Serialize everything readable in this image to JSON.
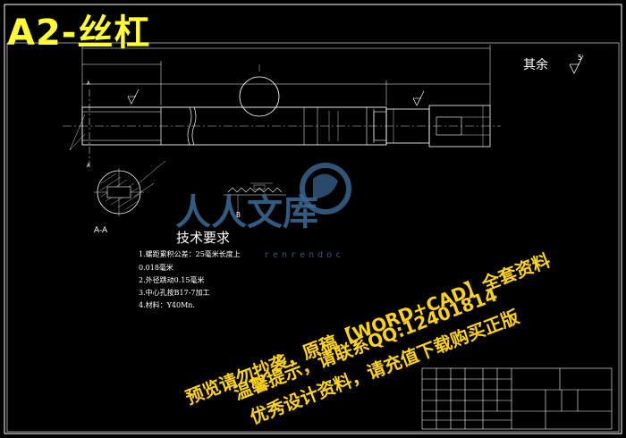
{
  "drawing": {
    "title": "A2-丝杠",
    "surface_finish_note": "其余",
    "surface_finish_value": "5",
    "section_label": "A-A",
    "section_letter_top": "A",
    "section_letter_bottom": "A",
    "detail_label": "B",
    "tech_requirements_title": "技术要求",
    "tech_requirements": [
      "1.螺距累积公差：25毫米长度上",
      "0.018毫米",
      "2.外径跳动0.15毫米",
      "3.中心孔按B17-7加工",
      "4.材料：Y40Mn."
    ]
  },
  "watermark": {
    "logo_chars": "人人文库",
    "logo_sub": "renrendoc",
    "line1": "预览请勿抄袭，原稿【WORD+CAD】全套资料",
    "line2": "温馨提示，请联系QQ:12401814",
    "line3": "优秀设计资料，请充值下载购买正版"
  },
  "colors": {
    "background": "#000000",
    "line": "#ffffff",
    "title": "#ffff33",
    "watermark": "#ffd21a",
    "logo": "#3d6a96",
    "frame": "#ffffff",
    "titleblock_text": "#33cc33"
  }
}
